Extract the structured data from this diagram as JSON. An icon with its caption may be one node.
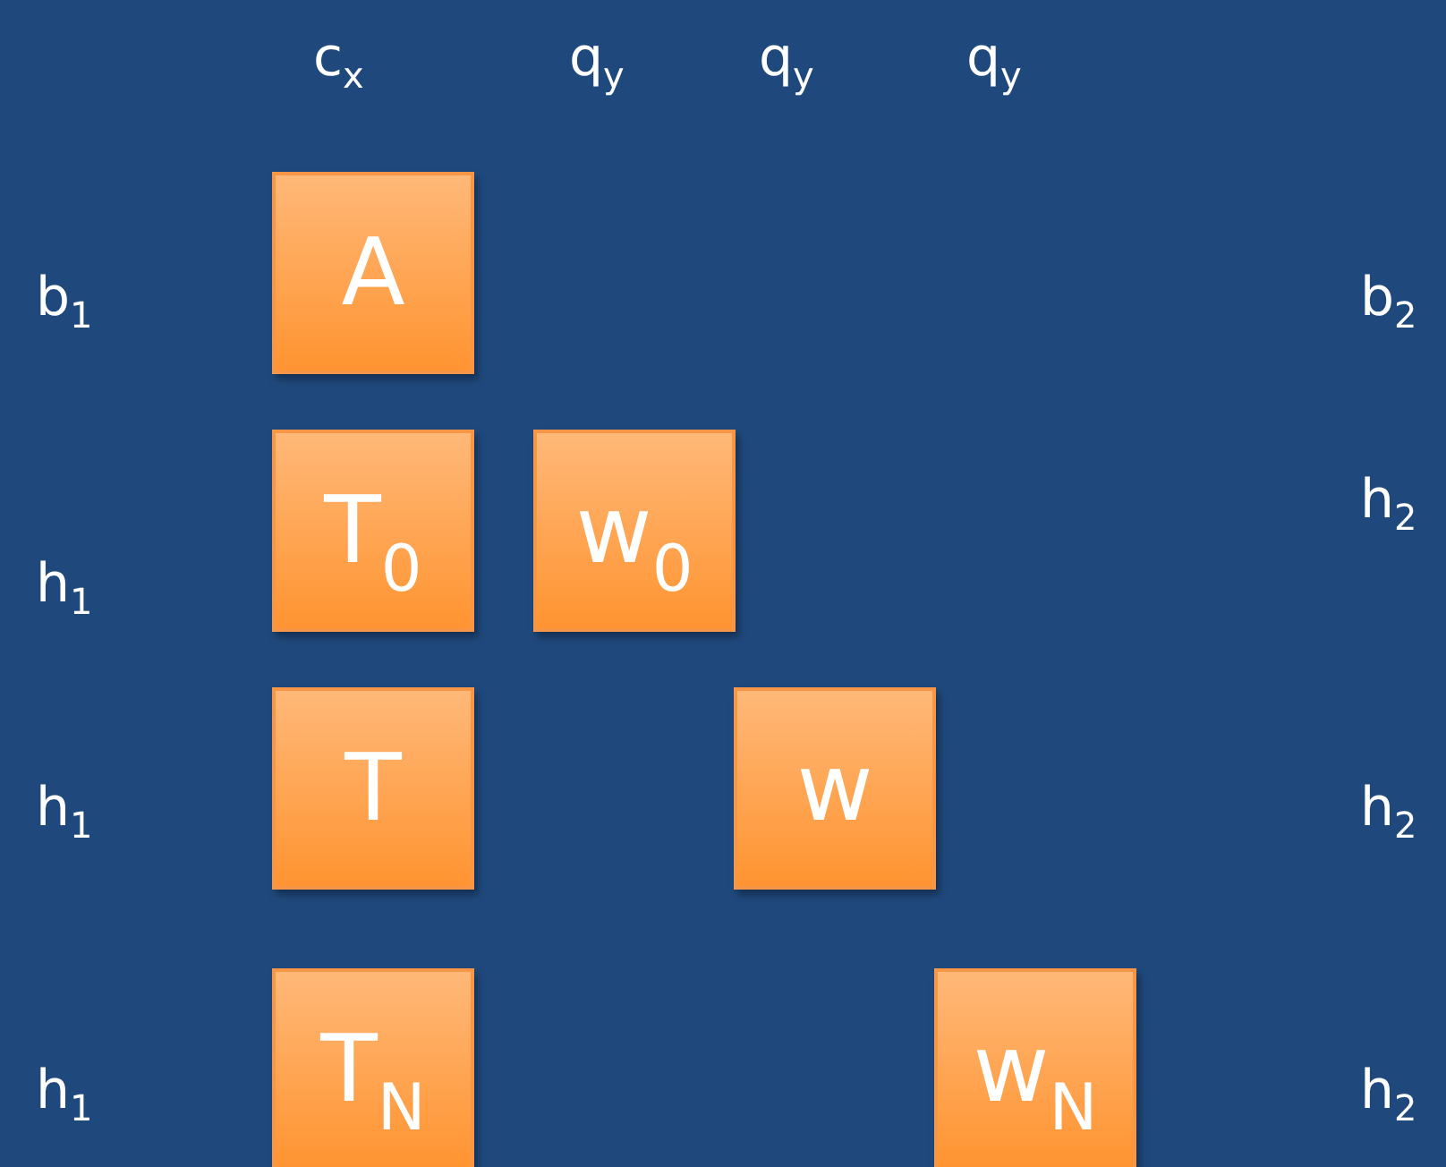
{
  "diagram": {
    "nodes": [
      {
        "text": [
          "A"
        ]
      },
      {
        "text": [
          "T$_{0}$"
        ]
      },
      {
        "text": [
          "w$_{0}$"
        ]
      },
      {
        "text": [
          "T"
        ]
      },
      {
        "text": [
          "w"
        ]
      },
      {
        "text": [
          "T$_{N}$"
        ]
      },
      {
        "text": [
          "w$_{N}$"
        ]
      }
    ],
    "labels": [
      "c$_{x}$",
      "q$_{y}$",
      "q$_{y}$",
      "q$_{y}$",
      "b$_{1}$",
      "b$_{2}$",
      "h$_{2}$",
      "h$_{1}$",
      "h$_{1}$",
      "h$_{2}$",
      "h$_{1}$",
      "h$_{2}$"
    ]
  }
}
